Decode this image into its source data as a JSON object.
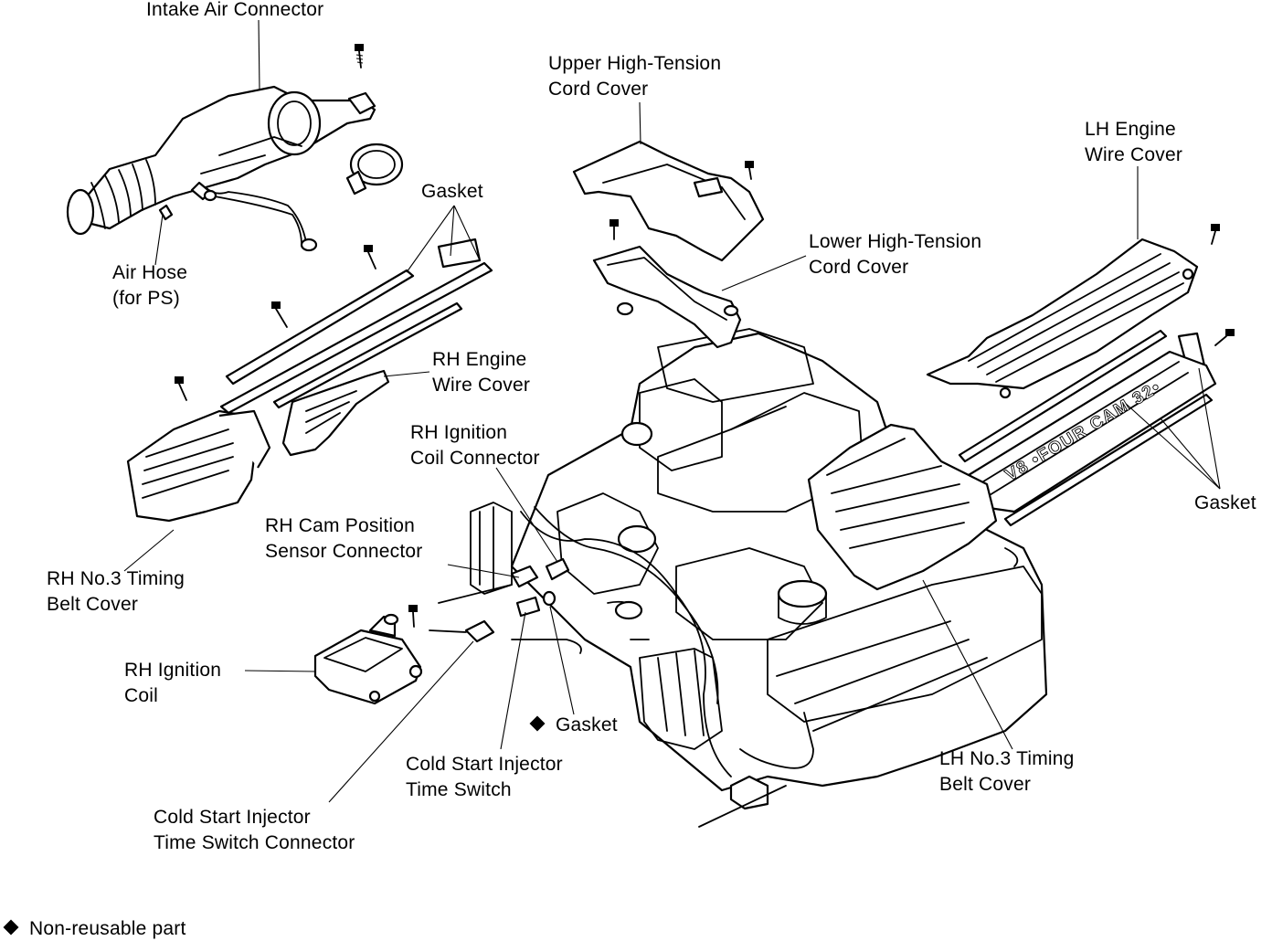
{
  "labels": {
    "intake_air_connector": "Intake Air Connector",
    "air_hose_1": "Air Hose",
    "air_hose_2": "(for PS)",
    "gasket_top": "Gasket",
    "upper_cord_cover_1": "Upper High-Tension",
    "upper_cord_cover_2": "Cord Cover",
    "lower_cord_cover_1": "Lower High-Tension",
    "lower_cord_cover_2": "Cord Cover",
    "lh_engine_wire_cover_1": "LH Engine",
    "lh_engine_wire_cover_2": "Wire Cover",
    "rh_engine_wire_cover_1": "RH Engine",
    "rh_engine_wire_cover_2": "Wire Cover",
    "rh_ignition_coil_connector_1": "RH Ignition",
    "rh_ignition_coil_connector_2": "Coil Connector",
    "gasket_right": "Gasket",
    "rh_cam_position_1": "RH Cam Position",
    "rh_cam_position_2": "Sensor Connector",
    "rh_no3_timing_1": "RH No.3 Timing",
    "rh_no3_timing_2": "Belt Cover",
    "rh_ignition_coil_1": "RH Ignition",
    "rh_ignition_coil_2": "Coil",
    "gasket_bottom": "Gasket",
    "cold_start_switch_1": "Cold Start Injector",
    "cold_start_switch_2": "Time Switch",
    "cold_start_connector_1": "Cold Start Injector",
    "cold_start_connector_2": "Time Switch Connector",
    "lh_no3_timing_1": "LH No.3 Timing",
    "lh_no3_timing_2": "Belt Cover",
    "engine_badge": "V8 •FOUR CAM 32•"
  },
  "legend": {
    "non_reusable": "Non-reusable part"
  }
}
